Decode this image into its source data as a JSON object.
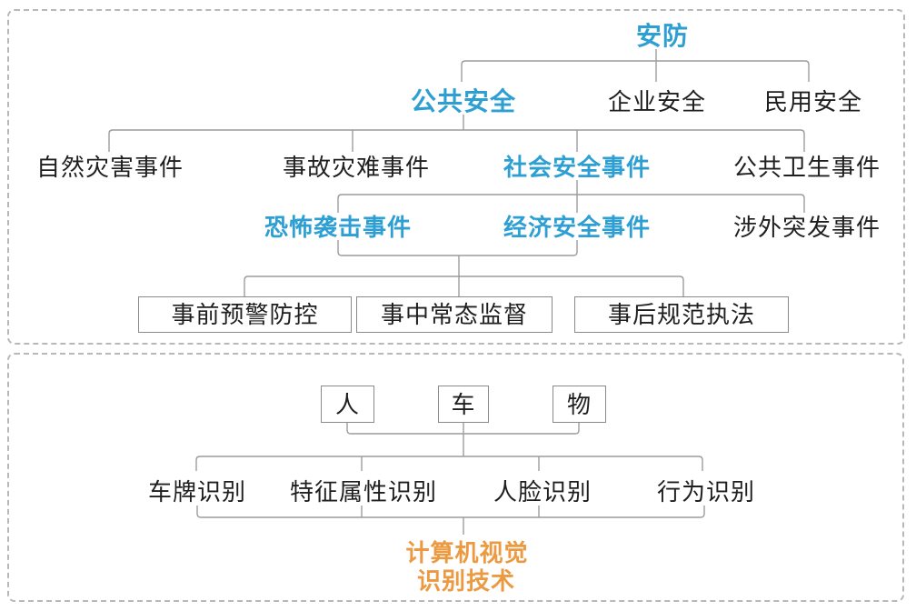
{
  "colors": {
    "accent_blue": "#2d9fd3",
    "accent_orange": "#ec9a41",
    "line": "#9c9c9c",
    "ink": "#1f1f1f"
  },
  "security": {
    "root": "安防",
    "level2": [
      "公共安全",
      "企业安全",
      "民用安全"
    ],
    "level3": [
      "自然灾害事件",
      "事故灾难事件",
      "社会安全事件",
      "公共卫生事件"
    ],
    "level4": [
      "恐怖袭击事件",
      "经济安全事件",
      "涉外突发事件"
    ],
    "boxes": [
      "事前预警防控",
      "事中常态监督",
      "事后规范执法"
    ]
  },
  "vision": {
    "objects": [
      "人",
      "车",
      "物"
    ],
    "recognitions": [
      "车牌识别",
      "特征属性识别",
      "人脸识别",
      "行为识别"
    ],
    "tech": [
      "计算机视觉",
      "识别技术"
    ]
  }
}
